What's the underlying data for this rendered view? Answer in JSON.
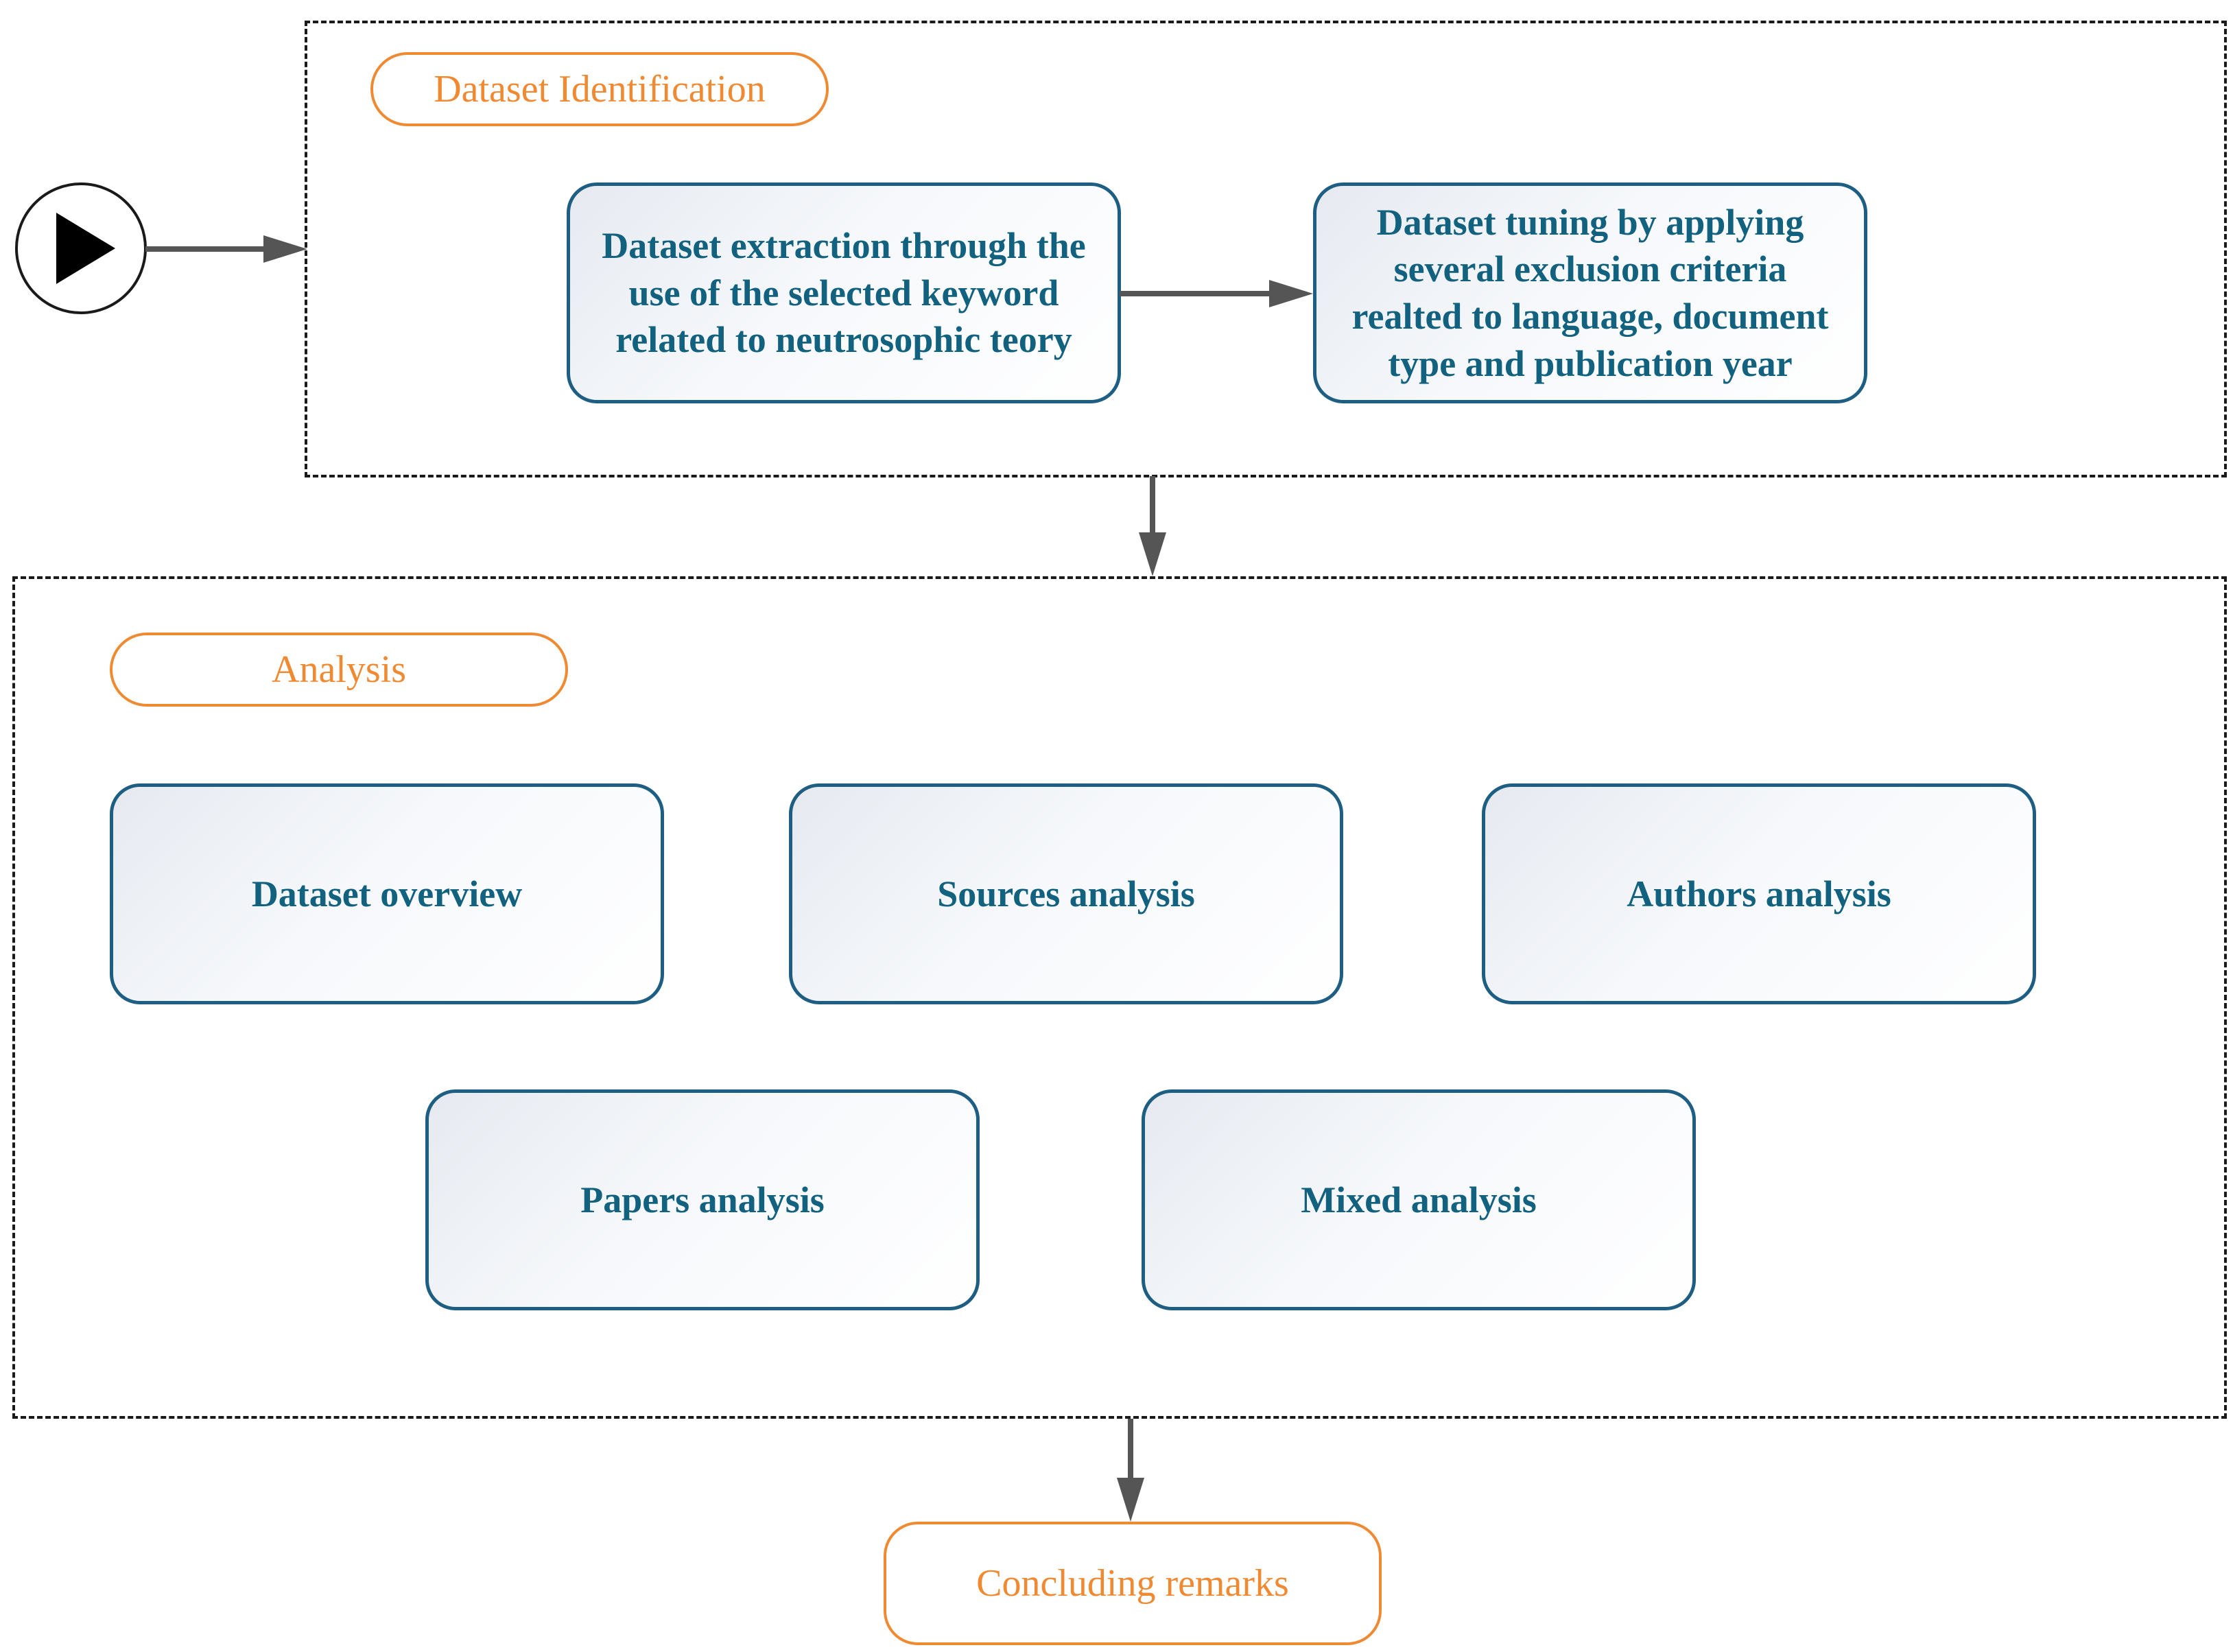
{
  "groups": {
    "identification": {
      "label": "Dataset Identification",
      "steps": [
        "Dataset extraction through the use of the selected keyword related to neutrosophic teory",
        "Dataset tuning by applying several exclusion criteria realted to language, document type and publication year"
      ]
    },
    "analysis": {
      "label": "Analysis",
      "steps": [
        "Dataset overview",
        "Sources analysis",
        "Authors analysis",
        "Papers analysis",
        "Mixed analysis"
      ]
    }
  },
  "conclusion": {
    "label": "Concluding remarks"
  },
  "colors": {
    "group_label": "#f08a32",
    "step_text": "#11617f",
    "step_border": "#1e5e82",
    "arrow": "#555555"
  },
  "icons": {
    "start": "play-icon"
  }
}
